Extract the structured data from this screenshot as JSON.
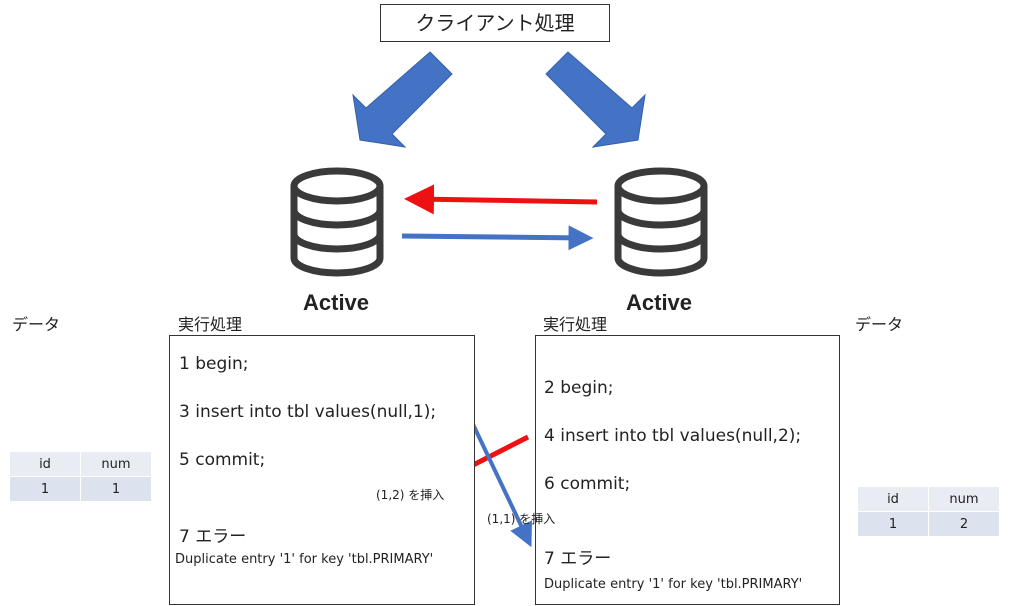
{
  "client": {
    "label": "クライアント処理"
  },
  "servers": [
    {
      "label": "Active"
    },
    {
      "label": "Active"
    }
  ],
  "left": {
    "data_label": "データ",
    "proc_label": "実行処理",
    "steps": [
      "1 begin;",
      "3 insert into  tbl values(null,1);",
      "5 commit;",
      "7 エラー"
    ],
    "error_detail": "Duplicate entry '1' for key 'tbl.PRIMARY'",
    "table": {
      "headers": [
        "id",
        "num"
      ],
      "rows": [
        [
          "1",
          "1"
        ]
      ]
    }
  },
  "right": {
    "data_label": "データ",
    "proc_label": "実行処理",
    "steps": [
      "2 begin;",
      "4 insert into  tbl values(null,2);",
      "6 commit;",
      "7 エラー"
    ],
    "error_detail": "Duplicate entry '1' for key 'tbl.PRIMARY'",
    "table": {
      "headers": [
        "id",
        "num"
      ],
      "rows": [
        [
          "1",
          "2"
        ]
      ]
    }
  },
  "notes": {
    "red_insert": "(1,2) を挿入",
    "blue_insert": "(1,1) を挿入"
  },
  "colors": {
    "red": "#ee1111",
    "blue": "#4472c4",
    "db_icon": "#3a3a3a",
    "table_header": "#e9ecf3",
    "table_cell": "#dde3ee"
  }
}
